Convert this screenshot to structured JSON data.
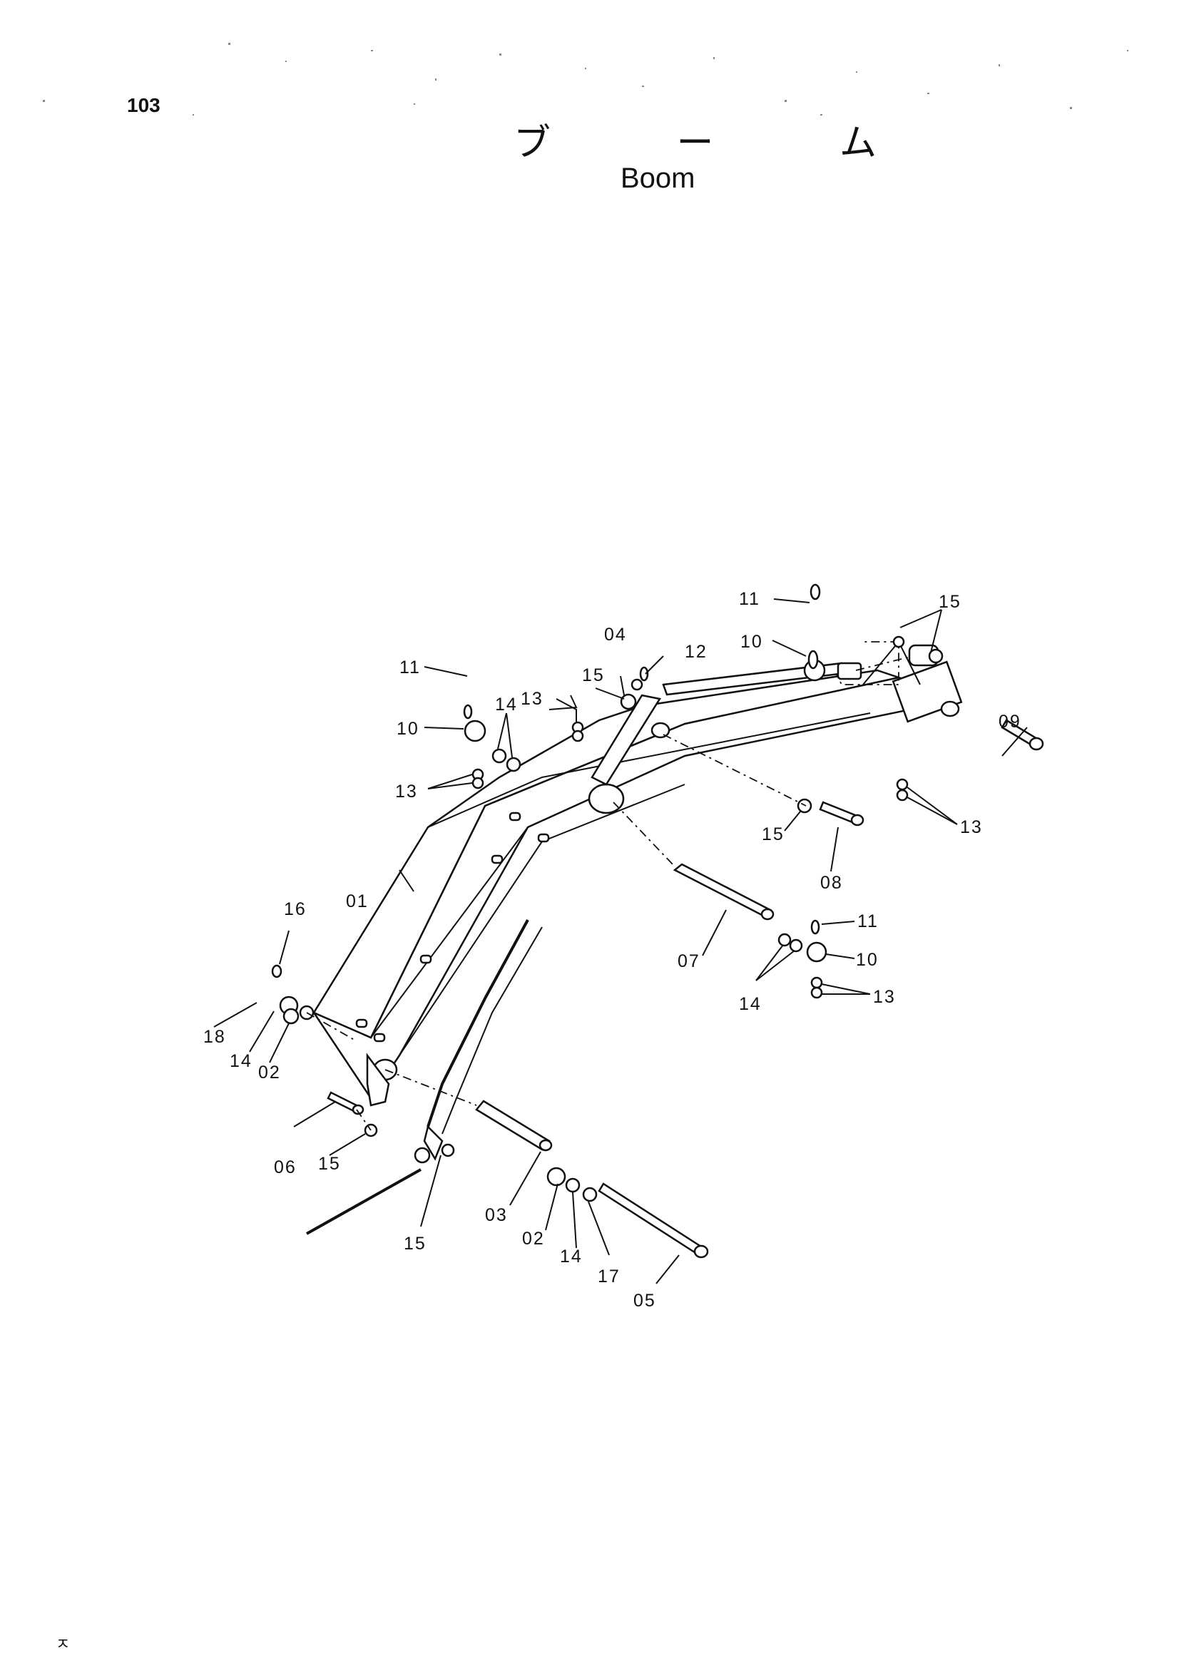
{
  "header": {
    "page_number": "103",
    "title_jp": "ブ ー ム",
    "title_en": "Boom"
  },
  "footer": {
    "mark": "ㅈ"
  },
  "callouts": [
    {
      "id": "01",
      "label": "01"
    },
    {
      "id": "02a",
      "label": "02"
    },
    {
      "id": "02b",
      "label": "02"
    },
    {
      "id": "03",
      "label": "03"
    },
    {
      "id": "04",
      "label": "04"
    },
    {
      "id": "05",
      "label": "05"
    },
    {
      "id": "06",
      "label": "06"
    },
    {
      "id": "07",
      "label": "07"
    },
    {
      "id": "08",
      "label": "08"
    },
    {
      "id": "09",
      "label": "09"
    },
    {
      "id": "10a",
      "label": "10"
    },
    {
      "id": "10b",
      "label": "10"
    },
    {
      "id": "10c",
      "label": "10"
    },
    {
      "id": "11a",
      "label": "11"
    },
    {
      "id": "11b",
      "label": "11"
    },
    {
      "id": "11c",
      "label": "11"
    },
    {
      "id": "12",
      "label": "12"
    },
    {
      "id": "13a",
      "label": "13"
    },
    {
      "id": "13b",
      "label": "13"
    },
    {
      "id": "13c",
      "label": "13"
    },
    {
      "id": "13d",
      "label": "13"
    },
    {
      "id": "14a",
      "label": "14"
    },
    {
      "id": "14b",
      "label": "14"
    },
    {
      "id": "14c",
      "label": "14"
    },
    {
      "id": "14d",
      "label": "14"
    },
    {
      "id": "15a",
      "label": "15"
    },
    {
      "id": "15b",
      "label": "15"
    },
    {
      "id": "15c",
      "label": "15"
    },
    {
      "id": "15d",
      "label": "15"
    },
    {
      "id": "15e",
      "label": "15"
    },
    {
      "id": "16",
      "label": "16"
    },
    {
      "id": "17",
      "label": "17"
    },
    {
      "id": "18",
      "label": "18"
    }
  ]
}
